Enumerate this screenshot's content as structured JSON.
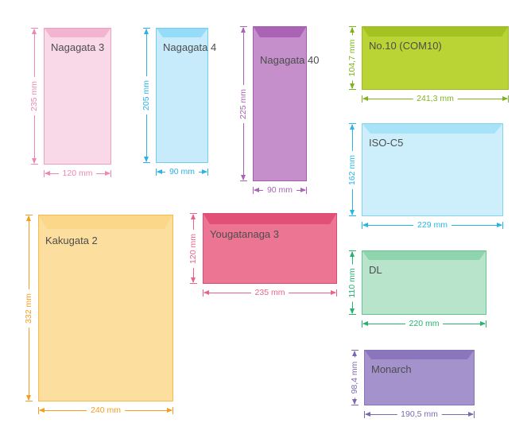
{
  "palette": {
    "background": "#ffffff",
    "label_text": "#4d4d4d"
  },
  "diagram": {
    "envelopes": [
      {
        "id": "nagagata-3",
        "label": "Nagagata 3",
        "height_label": "235 mm",
        "width_label": "120 mm",
        "colors": {
          "fill": "#f9d8e7",
          "flap": "#f3b4d0",
          "border": "#efa0c2",
          "accent": "#ec88b3"
        }
      },
      {
        "id": "nagagata-4",
        "label": "Nagagata 4",
        "height_label": "205 mm",
        "width_label": "90 mm",
        "colors": {
          "fill": "#c7ebfa",
          "flap": "#94dcf7",
          "border": "#70cef3",
          "accent": "#2bb2e6"
        }
      },
      {
        "id": "nagagata-40",
        "label": "Nagagata 40",
        "height_label": "225 mm",
        "width_label": "90 mm",
        "colors": {
          "fill": "#c48fcb",
          "flap": "#ab63b6",
          "border": "#a55cb0",
          "accent": "#a965b4"
        }
      },
      {
        "id": "no10-com10",
        "label": "No.10 (COM10)",
        "height_label": "104,7 mm",
        "width_label": "241,3 mm",
        "colors": {
          "fill": "#bad335",
          "flap": "#a4c322",
          "border": "#9cbb20",
          "accent": "#7fb31c"
        }
      },
      {
        "id": "iso-c5",
        "label": "ISO-C5",
        "height_label": "162 mm",
        "width_label": "229 mm",
        "colors": {
          "fill": "#cdeffb",
          "flap": "#a6e2f8",
          "border": "#85d5f1",
          "accent": "#27b7e7"
        }
      },
      {
        "id": "kakugata-2",
        "label": "Kakugata 2",
        "height_label": "332 mm",
        "width_label": "240 mm",
        "colors": {
          "fill": "#fcdf9e",
          "flap": "#fbd78a",
          "border": "#f7bb4a",
          "accent": "#f89c1e"
        }
      },
      {
        "id": "yougatanaga-3",
        "label": "Yougatanaga 3",
        "height_label": "120 mm",
        "width_label": "235 mm",
        "colors": {
          "fill": "#ec7594",
          "flap": "#e25078",
          "border": "#dd4a72",
          "accent": "#eb6488"
        }
      },
      {
        "id": "dl",
        "label": "DL",
        "height_label": "110 mm",
        "width_label": "220 mm",
        "colors": {
          "fill": "#b7e4cb",
          "flap": "#8ed5ae",
          "border": "#64c494",
          "accent": "#27b26e"
        }
      },
      {
        "id": "monarch",
        "label": "Monarch",
        "height_label": "98,4 mm",
        "width_label": "190,5 mm",
        "colors": {
          "fill": "#a392cb",
          "flap": "#8b76bd",
          "border": "#8773b8",
          "accent": "#7d69b1"
        }
      }
    ]
  }
}
